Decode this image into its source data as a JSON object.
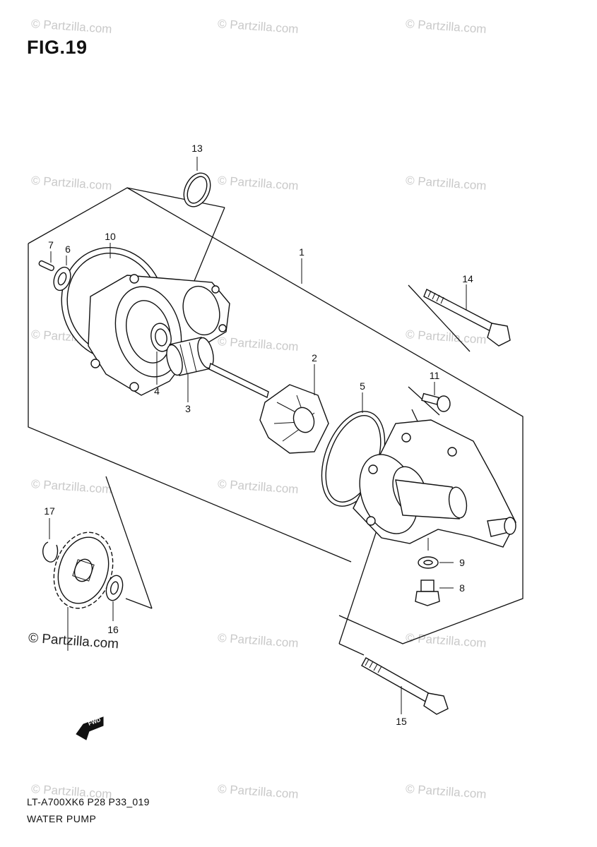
{
  "figure": {
    "title": "FIG.19",
    "model_code": "LT-A700XK6 P28 P33_019",
    "caption": "WATER PUMP"
  },
  "watermark": {
    "text": "© Partzilla.com",
    "primary_text": "© Partzilla.com"
  },
  "callouts": [
    "1",
    "2",
    "3",
    "4",
    "5",
    "6",
    "7",
    "8",
    "9",
    "10",
    "11",
    "13",
    "14",
    "15",
    "16",
    "17"
  ],
  "direction_badge": "FWD",
  "colors": {
    "line": "#111111",
    "watermark": "#c9c9c9",
    "background": "#ffffff"
  }
}
